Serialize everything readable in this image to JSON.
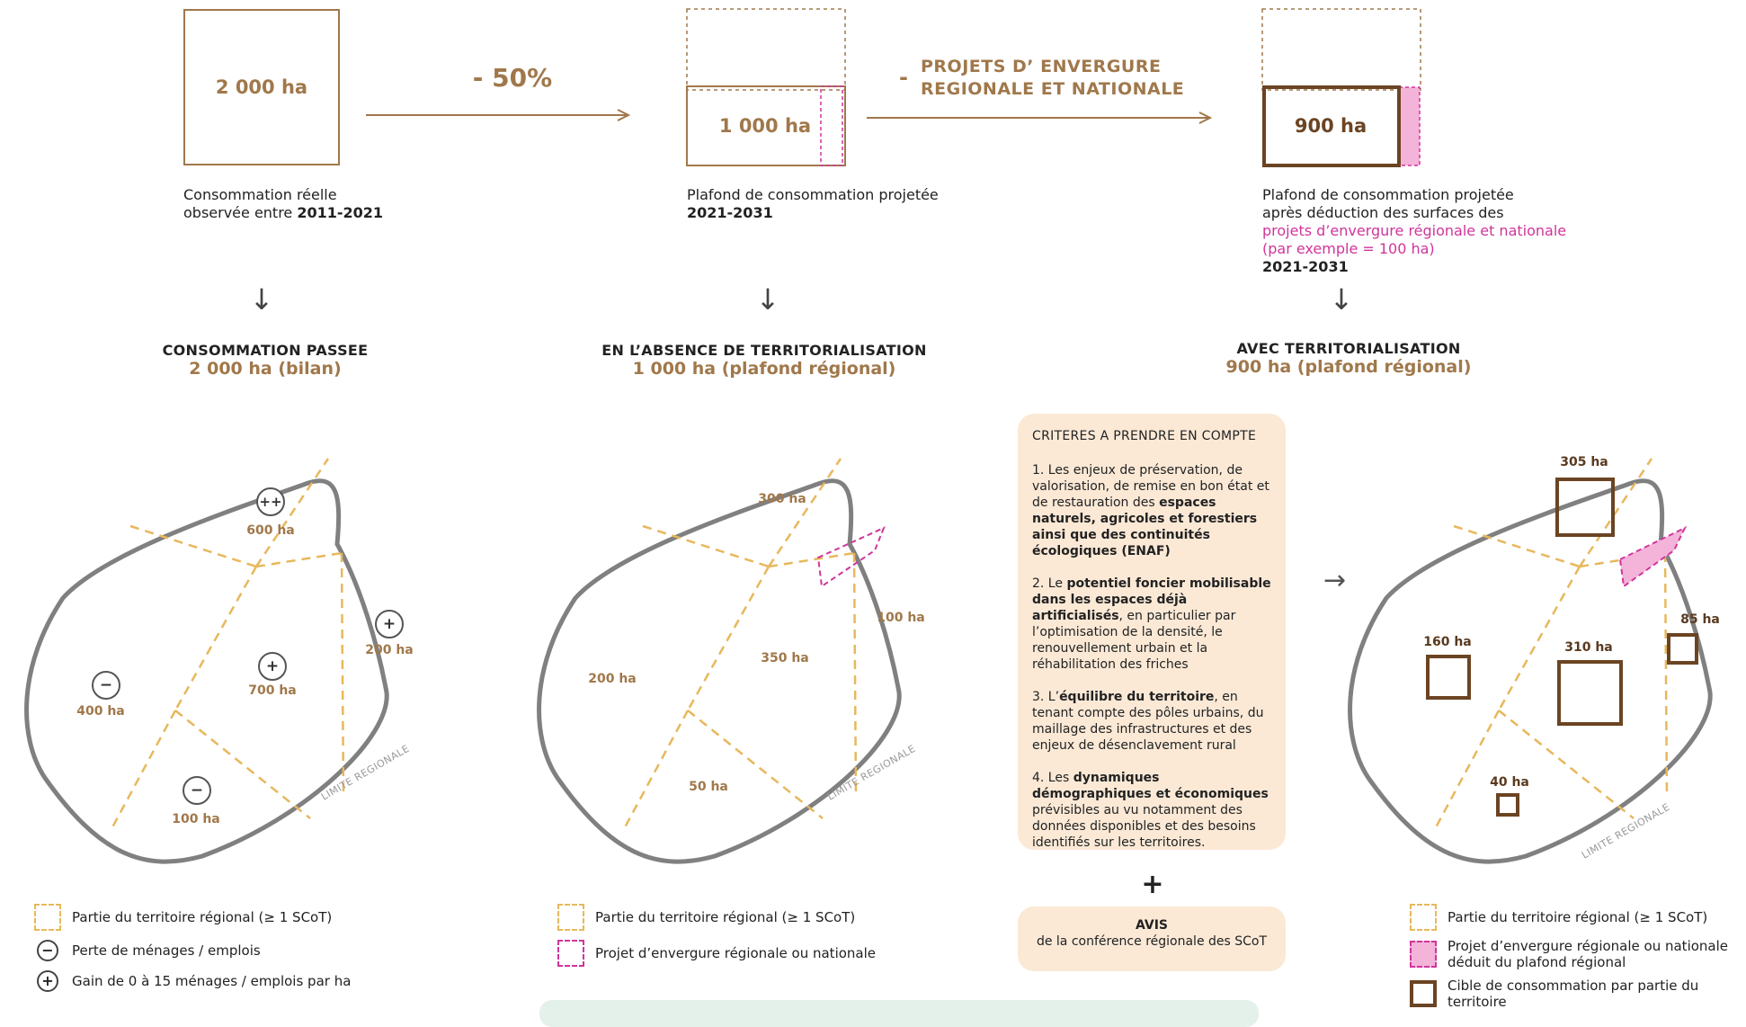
{
  "top": {
    "box1": {
      "label": "2 000 ha",
      "desc_line1": "Consommation réelle",
      "desc_line2_prefix": "observée entre ",
      "desc_line2_bold": "2011-2021"
    },
    "op1": {
      "label": "- 50%"
    },
    "box2": {
      "label": "1 000 ha",
      "desc_line1": "Plafond de consommation projetée",
      "desc_line2_bold": "2021-2031"
    },
    "op2": {
      "dash": "-",
      "line1": "PROJETS D’ ENVERGURE",
      "line2": "REGIONALE ET NATIONALE"
    },
    "box3": {
      "label": "900 ha",
      "desc_line1": "Plafond de consommation projetée",
      "desc_line2": "après déduction des surfaces des",
      "desc_pink1": "projets d’envergure régionale et nationale",
      "desc_pink2": "(par exemple = 100 ha)",
      "desc_bold": "2021-2031"
    }
  },
  "sections": [
    {
      "heading": "CONSOMMATION PASSEE",
      "subheading": "2 000 ha (bilan)"
    },
    {
      "heading": "EN L’ABSENCE DE TERRITORIALISATION",
      "subheading": "1 000 ha (plafond régional)"
    },
    {
      "heading": "AVEC TERRITORIALISATION",
      "subheading": "900 ha (plafond régional)"
    }
  ],
  "map1": {
    "zones": [
      {
        "label": "600 ha",
        "symbol": "++"
      },
      {
        "label": "200 ha",
        "symbol": "+"
      },
      {
        "label": "700 ha",
        "symbol": "+"
      },
      {
        "label": "400 ha",
        "symbol": "−"
      },
      {
        "label": "100 ha",
        "symbol": "−"
      }
    ],
    "boundary_label": "LIMITE REGIONALE"
  },
  "map2": {
    "zones": [
      "300 ha",
      "100 ha",
      "350 ha",
      "200 ha",
      "50 ha"
    ],
    "boundary_label": "LIMITE REGIONALE"
  },
  "map3": {
    "zones": [
      "305 ha",
      "85 ha",
      "160 ha",
      "310 ha",
      "40 ha"
    ],
    "boundary_label": "LIMITE REGIONALE"
  },
  "criteria": {
    "title": "CRITERES A PRENDRE EN COMPTE",
    "items": [
      {
        "pre": "1. Les enjeux de préservation, de valorisation, de remise en bon état et de restauration des ",
        "bold": "espaces naturels, agricoles et forestiers ainsi que des continuités écologiques (ENAF)",
        "post": ""
      },
      {
        "pre": "2. Le ",
        "bold": "potentiel foncier mobilisable dans les espaces déjà artificialisés",
        "post": ", en particulier par l’optimisation de la densité, le renouvellement urbain et la réhabilitation des friches"
      },
      {
        "pre": "3. L’",
        "bold": "équilibre du territoire",
        "post": ", en tenant compte des pôles urbains, du maillage des infrastructures et des enjeux de désenclavement rural"
      },
      {
        "pre": "4. Les ",
        "bold": "dynamiques démographiques et économiques",
        "post": " prévisibles au vu notamment des données disponibles et des besoins identifiés sur les territoires."
      }
    ],
    "plus": "+",
    "avis_title": "AVIS",
    "avis_text": "de la conférence régionale des SCoT"
  },
  "legend1": {
    "items": [
      "Partie du territoire régional (≥ 1 SCoT)",
      "Perte de ménages / emplois",
      "Gain de 0 à 15 ménages / emplois par ha"
    ],
    "symbols": [
      "",
      "−",
      "+"
    ]
  },
  "legend2": {
    "items": [
      "Partie du territoire régional (≥ 1 SCoT)",
      "Projet d’envergure régionale ou nationale"
    ]
  },
  "legend3": {
    "items": [
      "Partie du territoire régional (≥ 1 SCoT)",
      "Projet d’envergure régionale ou nationale déduit du plafond régional",
      "Cible de consommation par partie du territoire"
    ]
  },
  "arrows": {
    "down": "↓",
    "right": "→"
  },
  "colors": {
    "brown": "#a0784b",
    "dark_brown": "#6b4423",
    "dashed": "#e7b85c",
    "pink": "#d0359b",
    "pink_fill": "#f4b3d9",
    "criteria_bg": "#fbe9d6",
    "map_outline": "#808080"
  }
}
